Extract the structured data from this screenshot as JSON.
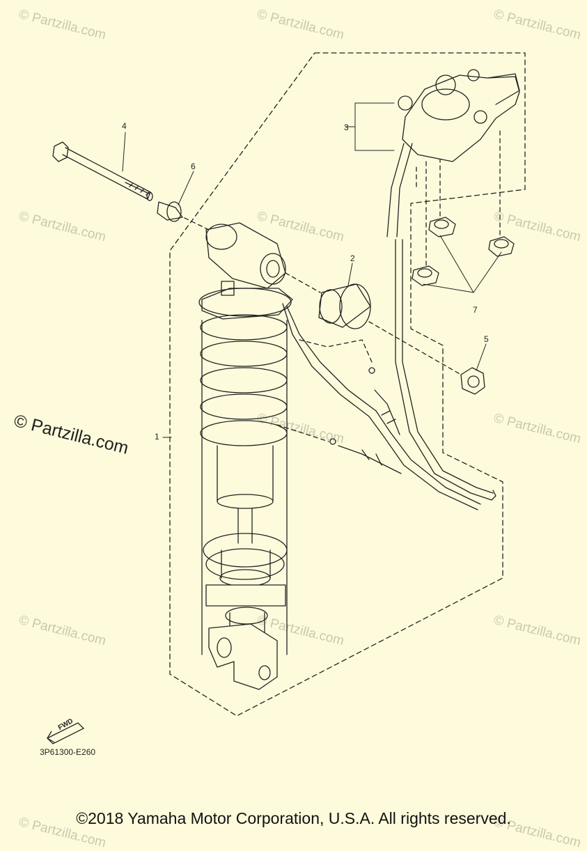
{
  "watermarks": {
    "text": "© Partzilla.com",
    "main": "© Partzilla.com"
  },
  "callouts": {
    "c1": "1",
    "c2": "2",
    "c3": "3",
    "c4": "4",
    "c5": "5",
    "c6": "6",
    "c7": "7"
  },
  "fwd_label": "FWD",
  "diagram_code": "3P61300-E260",
  "copyright": "©2018 Yamaha Motor Corporation, U.S.A. All rights reserved.",
  "colors": {
    "background": "#fdfbdc",
    "line": "#222222",
    "watermark": "#b9b89f"
  }
}
